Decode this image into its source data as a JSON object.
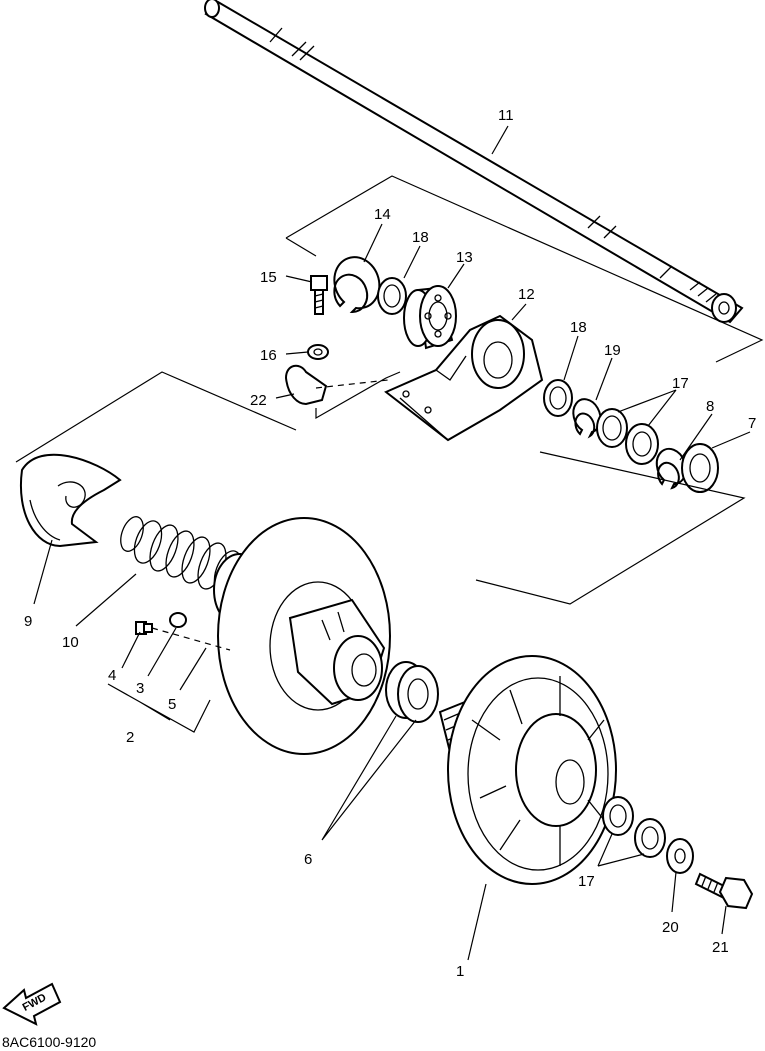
{
  "callouts": [
    "1",
    "2",
    "3",
    "4",
    "5",
    "6",
    "7",
    "8",
    "9",
    "10",
    "11",
    "12",
    "13",
    "14",
    "15",
    "16",
    "17",
    "17",
    "18",
    "18",
    "19",
    "20",
    "21",
    "22"
  ],
  "fwd_label": "FWD",
  "drawing_code": "8AC6100-9120",
  "colors": {
    "line": "#000000",
    "background": "#ffffff"
  }
}
